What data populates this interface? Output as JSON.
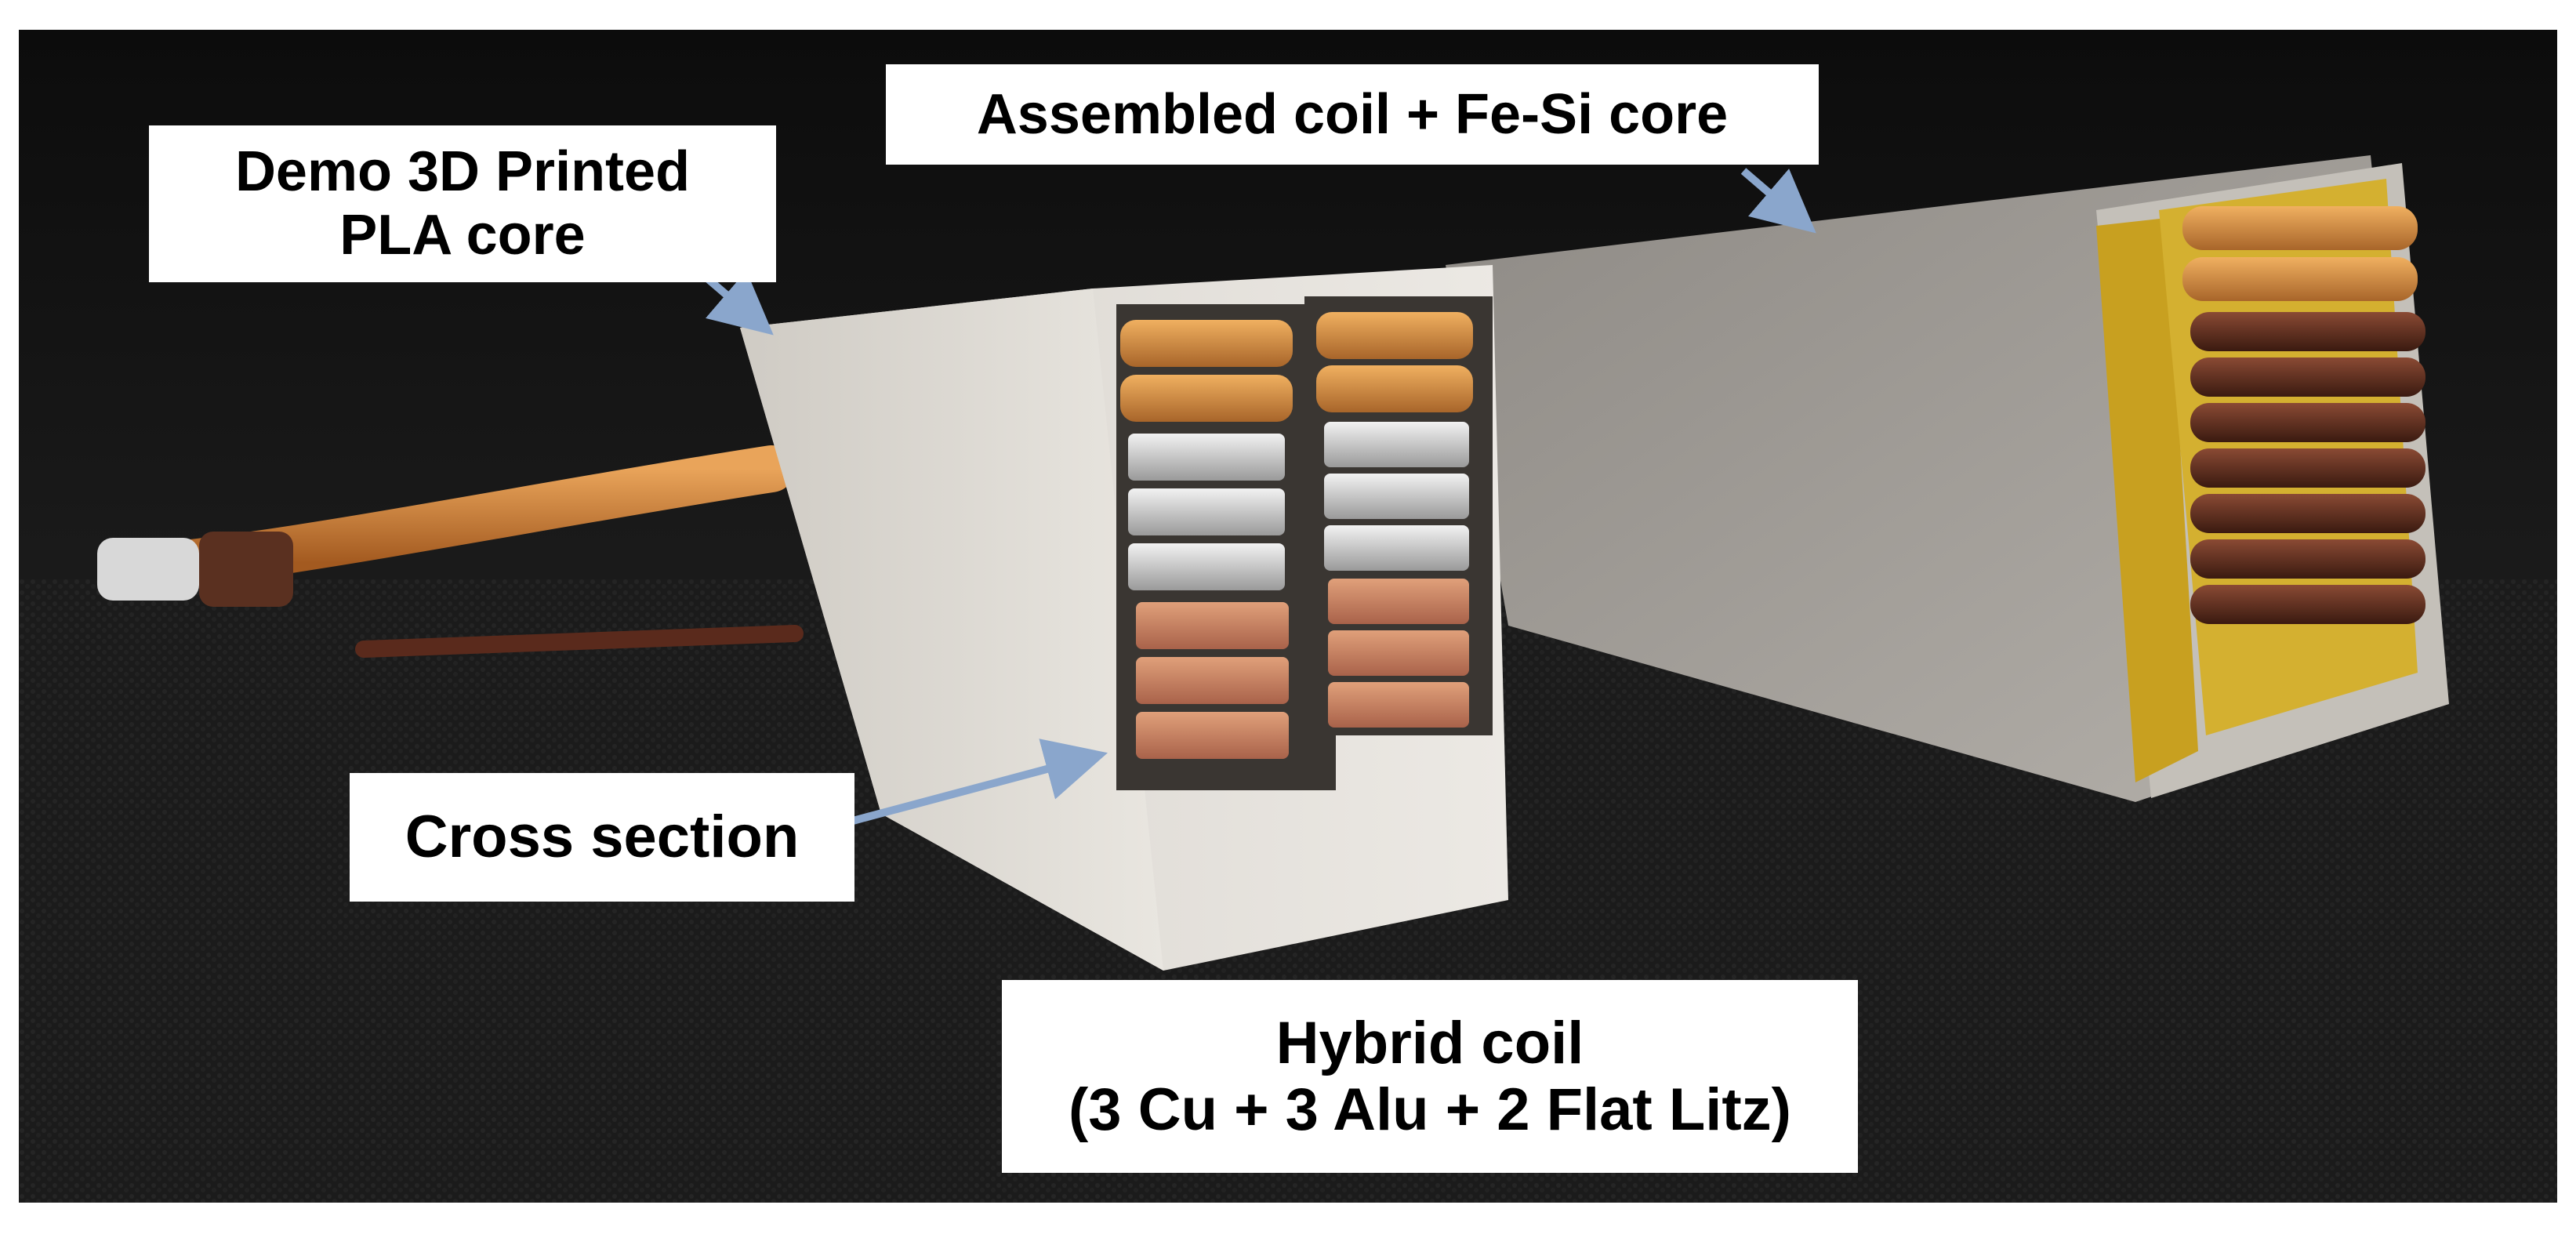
{
  "labels": {
    "demo_core": {
      "line1": "Demo 3D Printed",
      "line2": "PLA core"
    },
    "assembled": {
      "text": "Assembled coil + Fe-Si core"
    },
    "cross_section": {
      "text": "Cross section"
    },
    "hybrid": {
      "line1": "Hybrid coil",
      "line2": "(3 Cu + 3 Alu + 2 Flat Litz)"
    }
  },
  "colors": {
    "arrow": "#8aa6cc",
    "background_fabric": "#161616",
    "pla_core": "#e6e2dc",
    "fesi_core": "#a7a39d",
    "copper": "#c9805a",
    "aluminium": "#c8c8c8",
    "litz": "#d98a3a",
    "enamel_wire": "#5a2a1c",
    "kapton_tape": "#c8a020"
  }
}
